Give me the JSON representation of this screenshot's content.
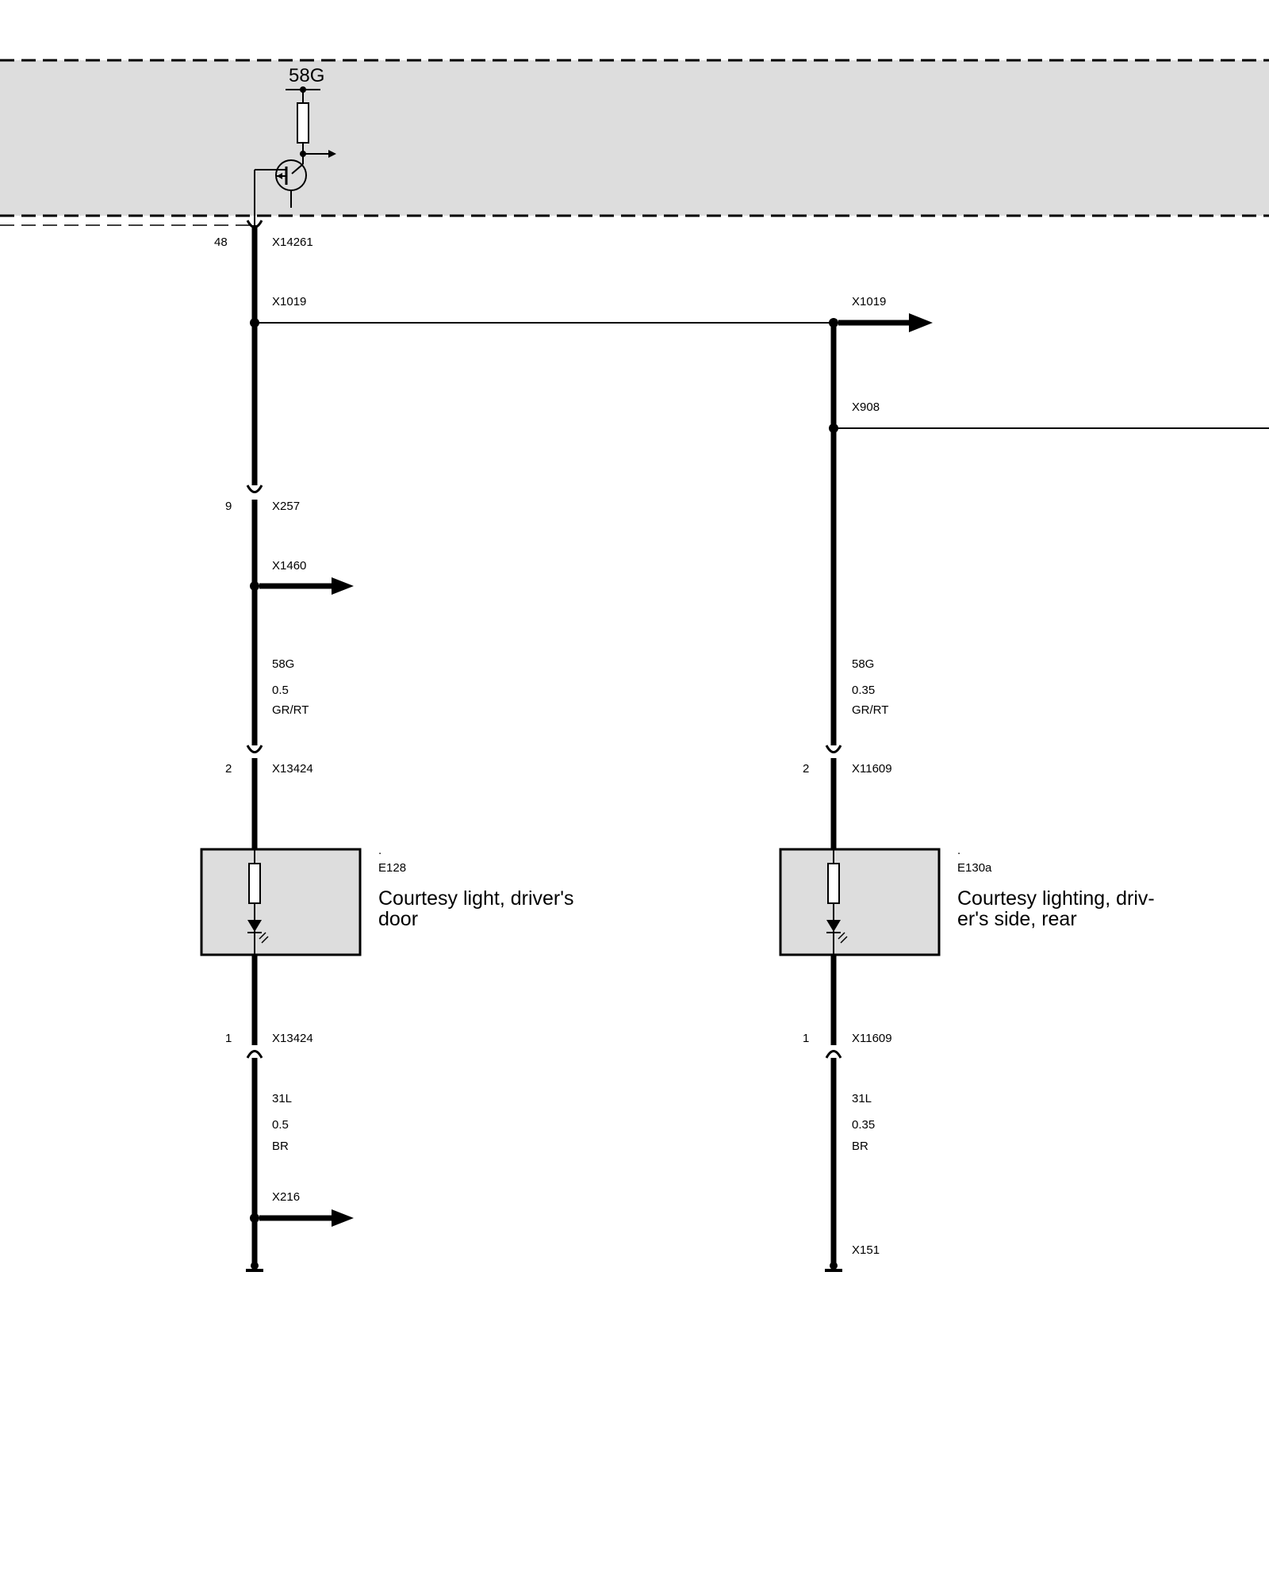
{
  "control_unit": {
    "supply_label": "58G"
  },
  "left_circuit": {
    "pin_top": "48",
    "conn_top": "X14261",
    "splice_1": "X1019",
    "pin_mid": "9",
    "conn_mid": "X257",
    "splice_2": "X1460",
    "wire_top": {
      "signal": "58G",
      "gauge": "0.5",
      "color": "GR/RT"
    },
    "comp_pin_in": "2",
    "comp_conn_in": "X13424",
    "component": {
      "dot": ".",
      "id": "E128",
      "desc_line1": "Courtesy light, driver's",
      "desc_line2": "door"
    },
    "comp_pin_out": "1",
    "comp_conn_out": "X13424",
    "wire_bottom": {
      "signal": "31L",
      "gauge": "0.5",
      "color": "BR"
    },
    "splice_ground": "X216"
  },
  "right_circuit": {
    "splice_1": "X1019",
    "splice_2": "X908",
    "wire_top": {
      "signal": "58G",
      "gauge": "0.35",
      "color": "GR/RT"
    },
    "comp_pin_in": "2",
    "comp_conn_in": "X11609",
    "component": {
      "dot": ".",
      "id": "E130a",
      "desc_line1": "Courtesy lighting, driv-",
      "desc_line2": "er's side, rear"
    },
    "comp_pin_out": "1",
    "comp_conn_out": "X11609",
    "wire_bottom": {
      "signal": "31L",
      "gauge": "0.35",
      "color": "BR"
    },
    "ground": "X151"
  }
}
